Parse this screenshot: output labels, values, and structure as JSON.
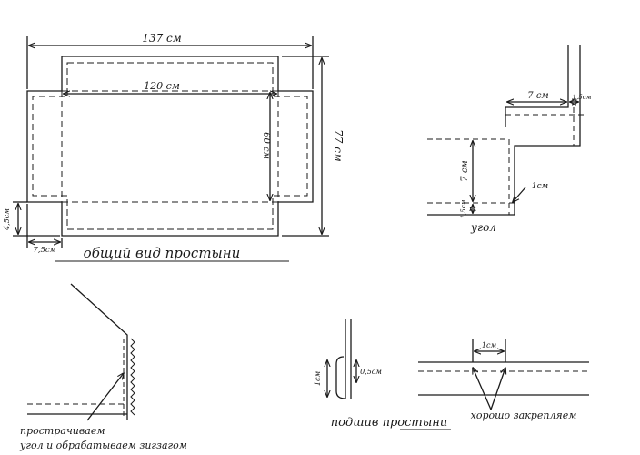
{
  "colors": {
    "ink": "#1b1b1b",
    "paper": "#ffffff"
  },
  "overview": {
    "width_label": "137 см",
    "inner_width_label": "120 см",
    "height_label": "77 см",
    "inner_height_label": "60 см",
    "notch_h_label": "4,5см",
    "notch_w_label": "7,5см",
    "caption": "общий вид простыни"
  },
  "corner": {
    "top_label": "7 см",
    "edge_label": "1,5см",
    "side_label": "7 см",
    "small_label": "1,5см",
    "seam_label": "1см",
    "caption": "угол"
  },
  "stitch": {
    "caption_line1": "прострачиваем",
    "caption_line2": "угол и обрабатываем зигзагом"
  },
  "hem": {
    "outer_label": "1см",
    "inner_label": "0,5см",
    "caption": "подшив простыни"
  },
  "fix": {
    "width_label": "1см",
    "caption": "хорошо закрепляем"
  }
}
